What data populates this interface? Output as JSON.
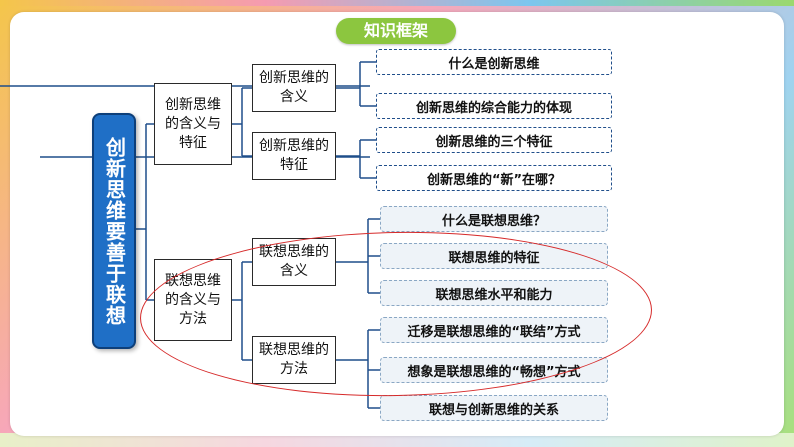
{
  "header": {
    "title": "知识框架"
  },
  "root": {
    "label": "创新思维要善于联想"
  },
  "branches": [
    {
      "label": "创新思维的含义与特征",
      "children": [
        {
          "label": "创新思维的含义",
          "leaves": [
            "什么是创新思维",
            "创新思维的综合能力的体现"
          ]
        },
        {
          "label": "创新思维的特征",
          "leaves": [
            "创新思维的三个特征",
            "创新思维的“新”在哪？"
          ]
        }
      ]
    },
    {
      "label": "联想思维的含义与方法",
      "children": [
        {
          "label": "联想思维的含义",
          "leaves": [
            "什么是联想思维？",
            "联想思维的特征",
            "联想思维水平和能力"
          ]
        },
        {
          "label": "联想思维的方法",
          "leaves": [
            "迁移是联想思维的“联结”方式",
            "想象是联想思维的“畅想”方式",
            "联想与创新思维的关系"
          ]
        }
      ]
    }
  ],
  "colors": {
    "root_fill": "#1f6fc6",
    "title_fill": "#8cc63f",
    "lines": "#1f4e8a",
    "highlight_oval": "#d62b2b"
  }
}
